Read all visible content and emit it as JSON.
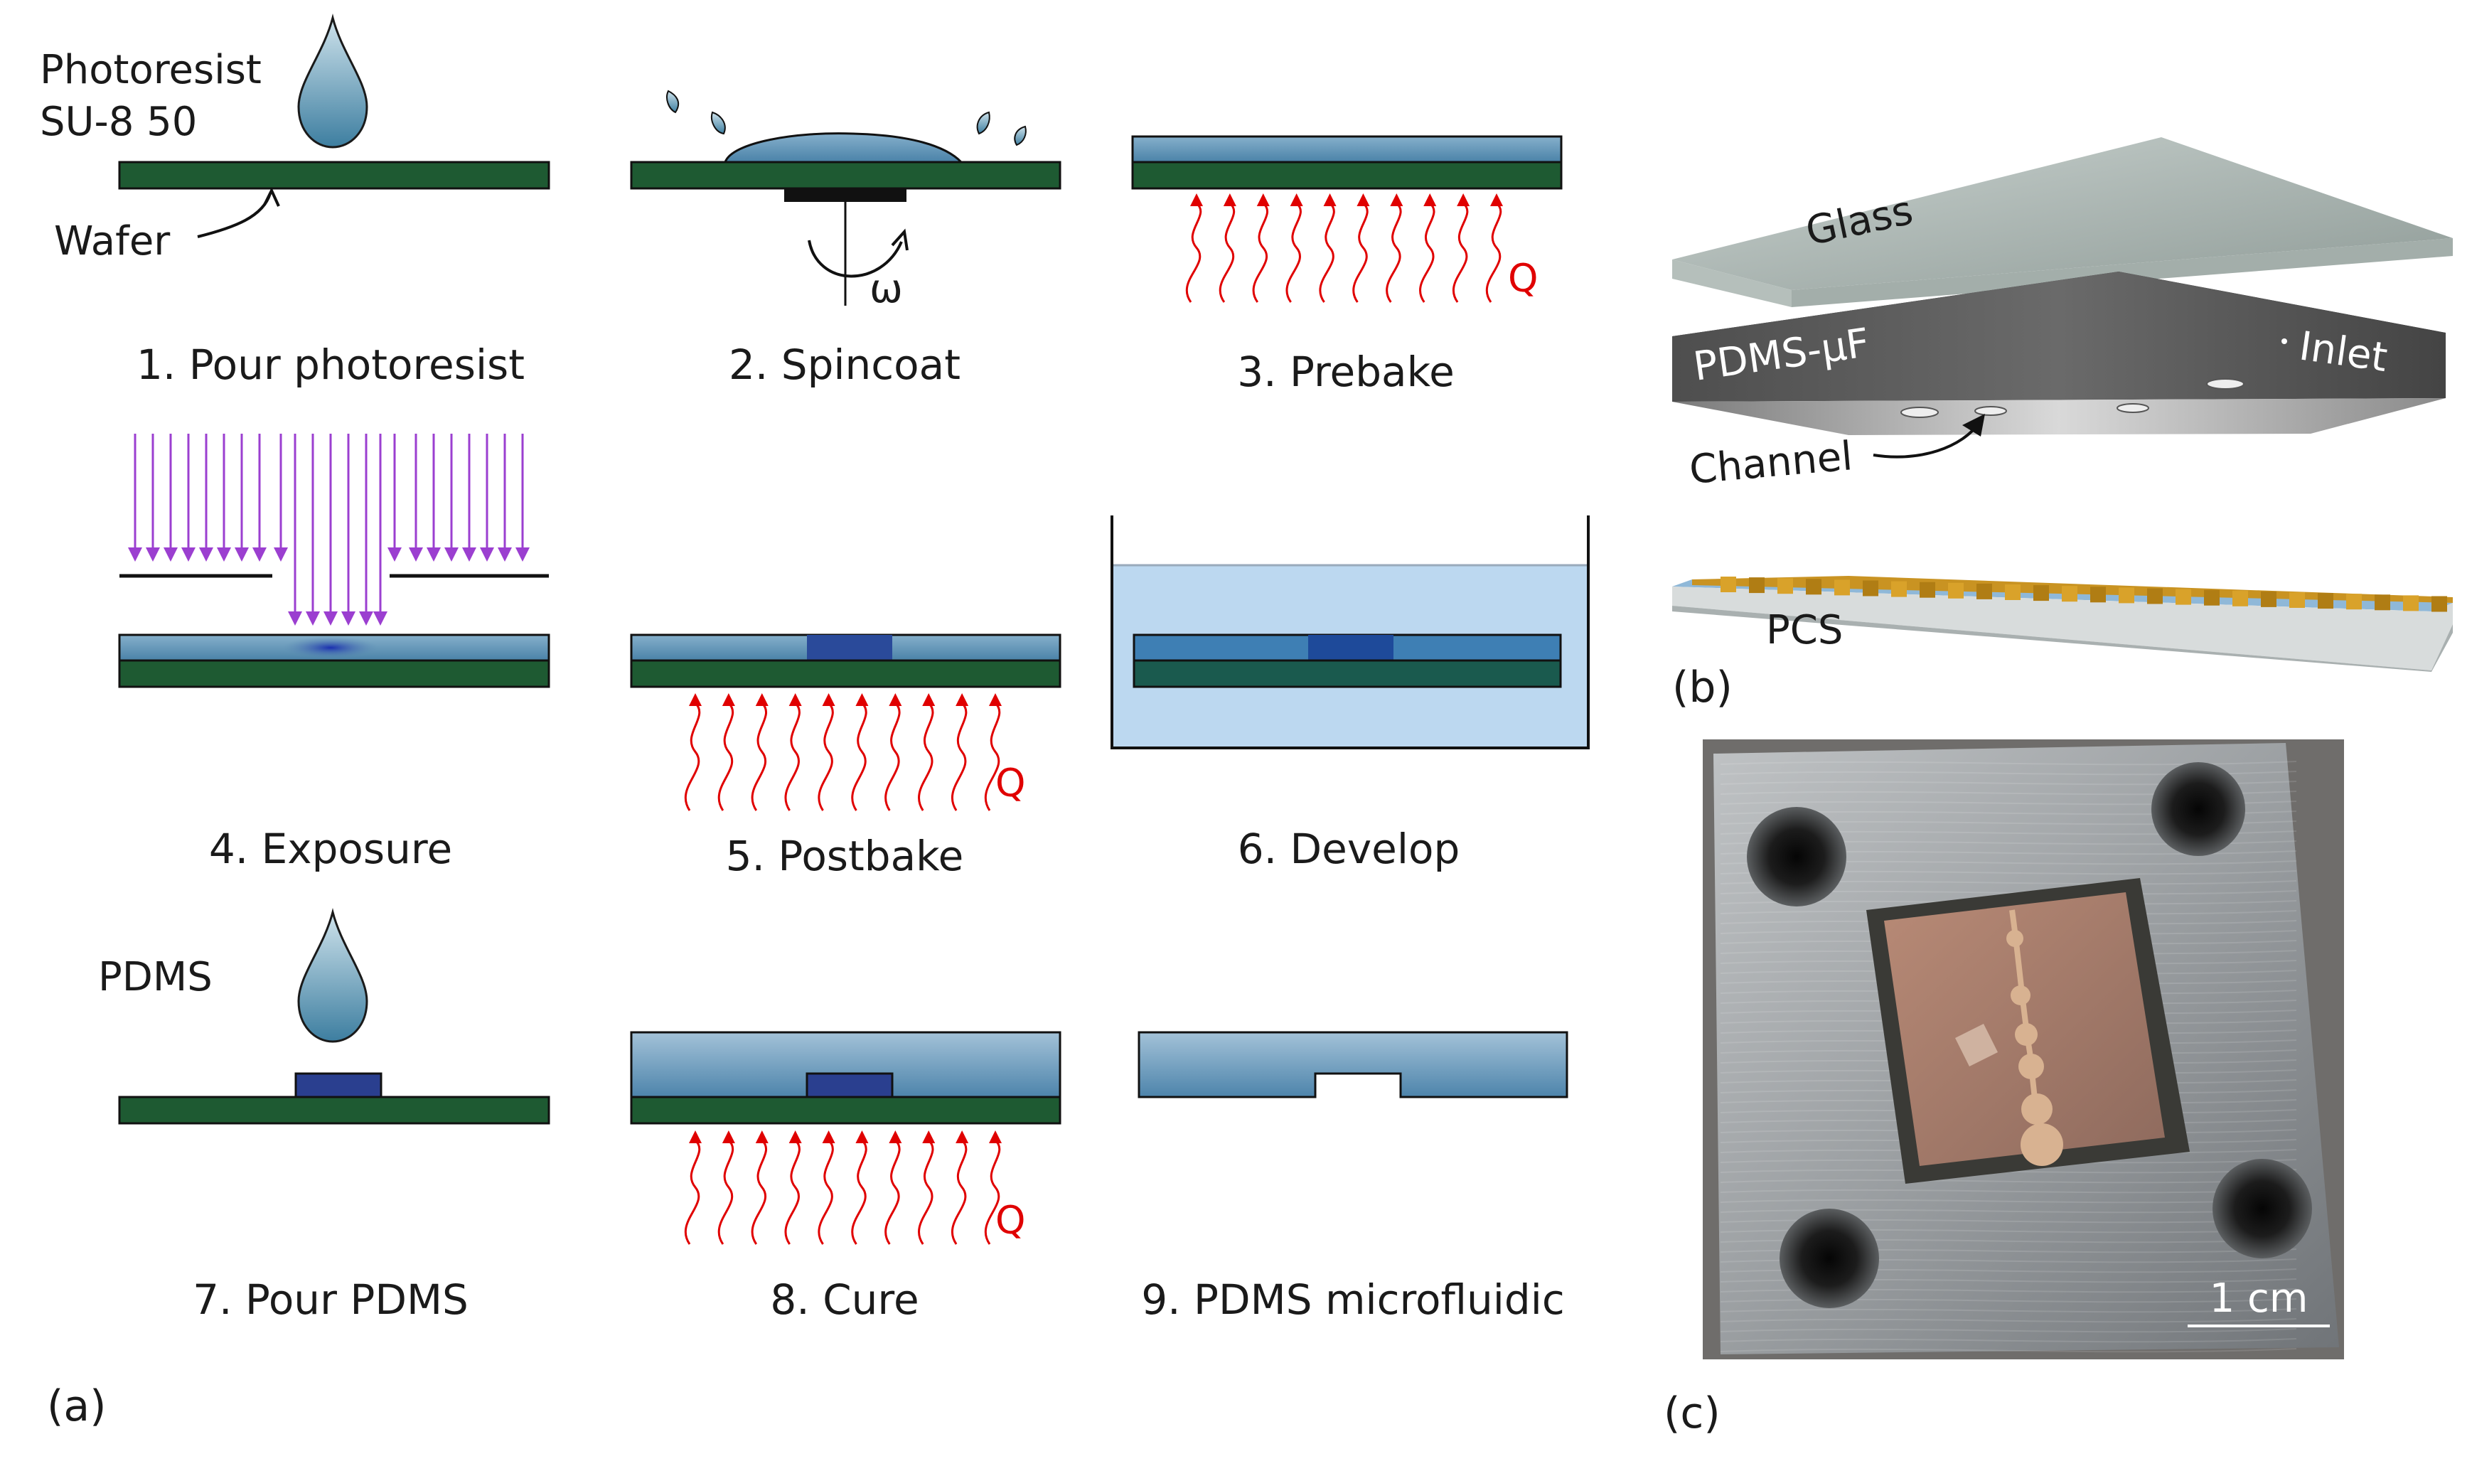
{
  "panel_a": {
    "label": "(a)",
    "photoresist_line1": "Photoresist",
    "photoresist_line2": "SU-8 50",
    "wafer_label": "Wafer",
    "omega": "ω",
    "heat_symbol": "Q",
    "pdms_label": "PDMS",
    "steps": [
      "1. Pour photoresist",
      "2. Spincoat",
      "3. Prebake",
      "4. Exposure",
      "5. Postbake",
      "6. Develop",
      "7. Pour PDMS",
      "8. Cure",
      "9. PDMS microfluidic"
    ]
  },
  "panel_b": {
    "label": "(b)",
    "glass": "Glass",
    "pdms_uf": "PDMS-µF",
    "inlet": "Inlet",
    "channel": "Channel",
    "pcs": "PCS"
  },
  "panel_c": {
    "label": "(c)",
    "scale_bar": "1 cm"
  },
  "colors": {
    "wafer": "#1e5a32",
    "photoresist": "#5b8db0",
    "exposed": "#2a4a9a",
    "uv": "#9b3fd0",
    "heat": "#e00000",
    "developer": "#bcd8f0"
  }
}
